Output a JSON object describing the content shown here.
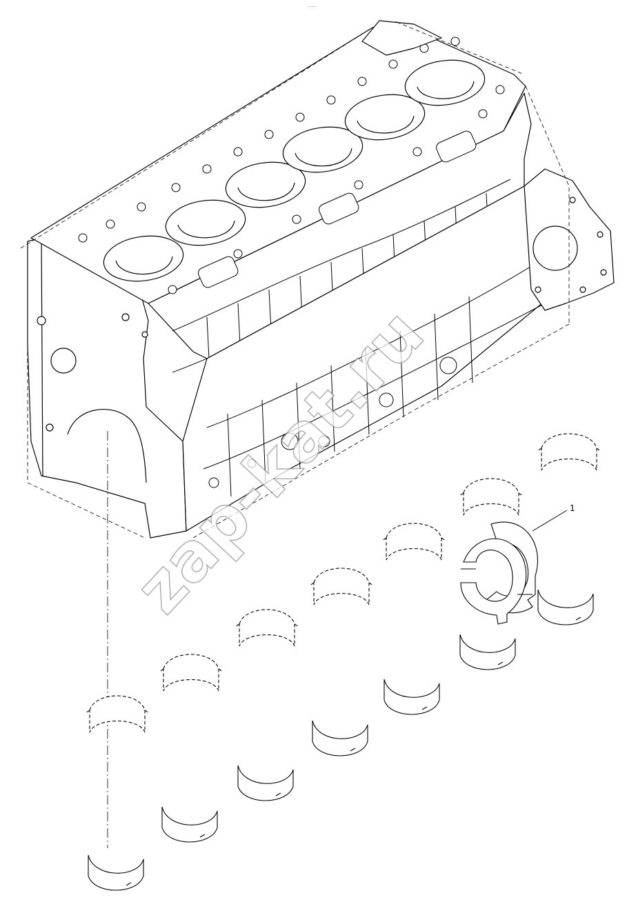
{
  "header_mark": "........",
  "callouts": [
    {
      "label": "1"
    }
  ],
  "watermark": "zap-kat.ru",
  "colors": {
    "line": "#000000",
    "watermark_outline": "#9a9a9a",
    "background": "#ffffff"
  },
  "icons": [
    "engine-block-drawing",
    "bearing-shell",
    "thrust-washer"
  ]
}
